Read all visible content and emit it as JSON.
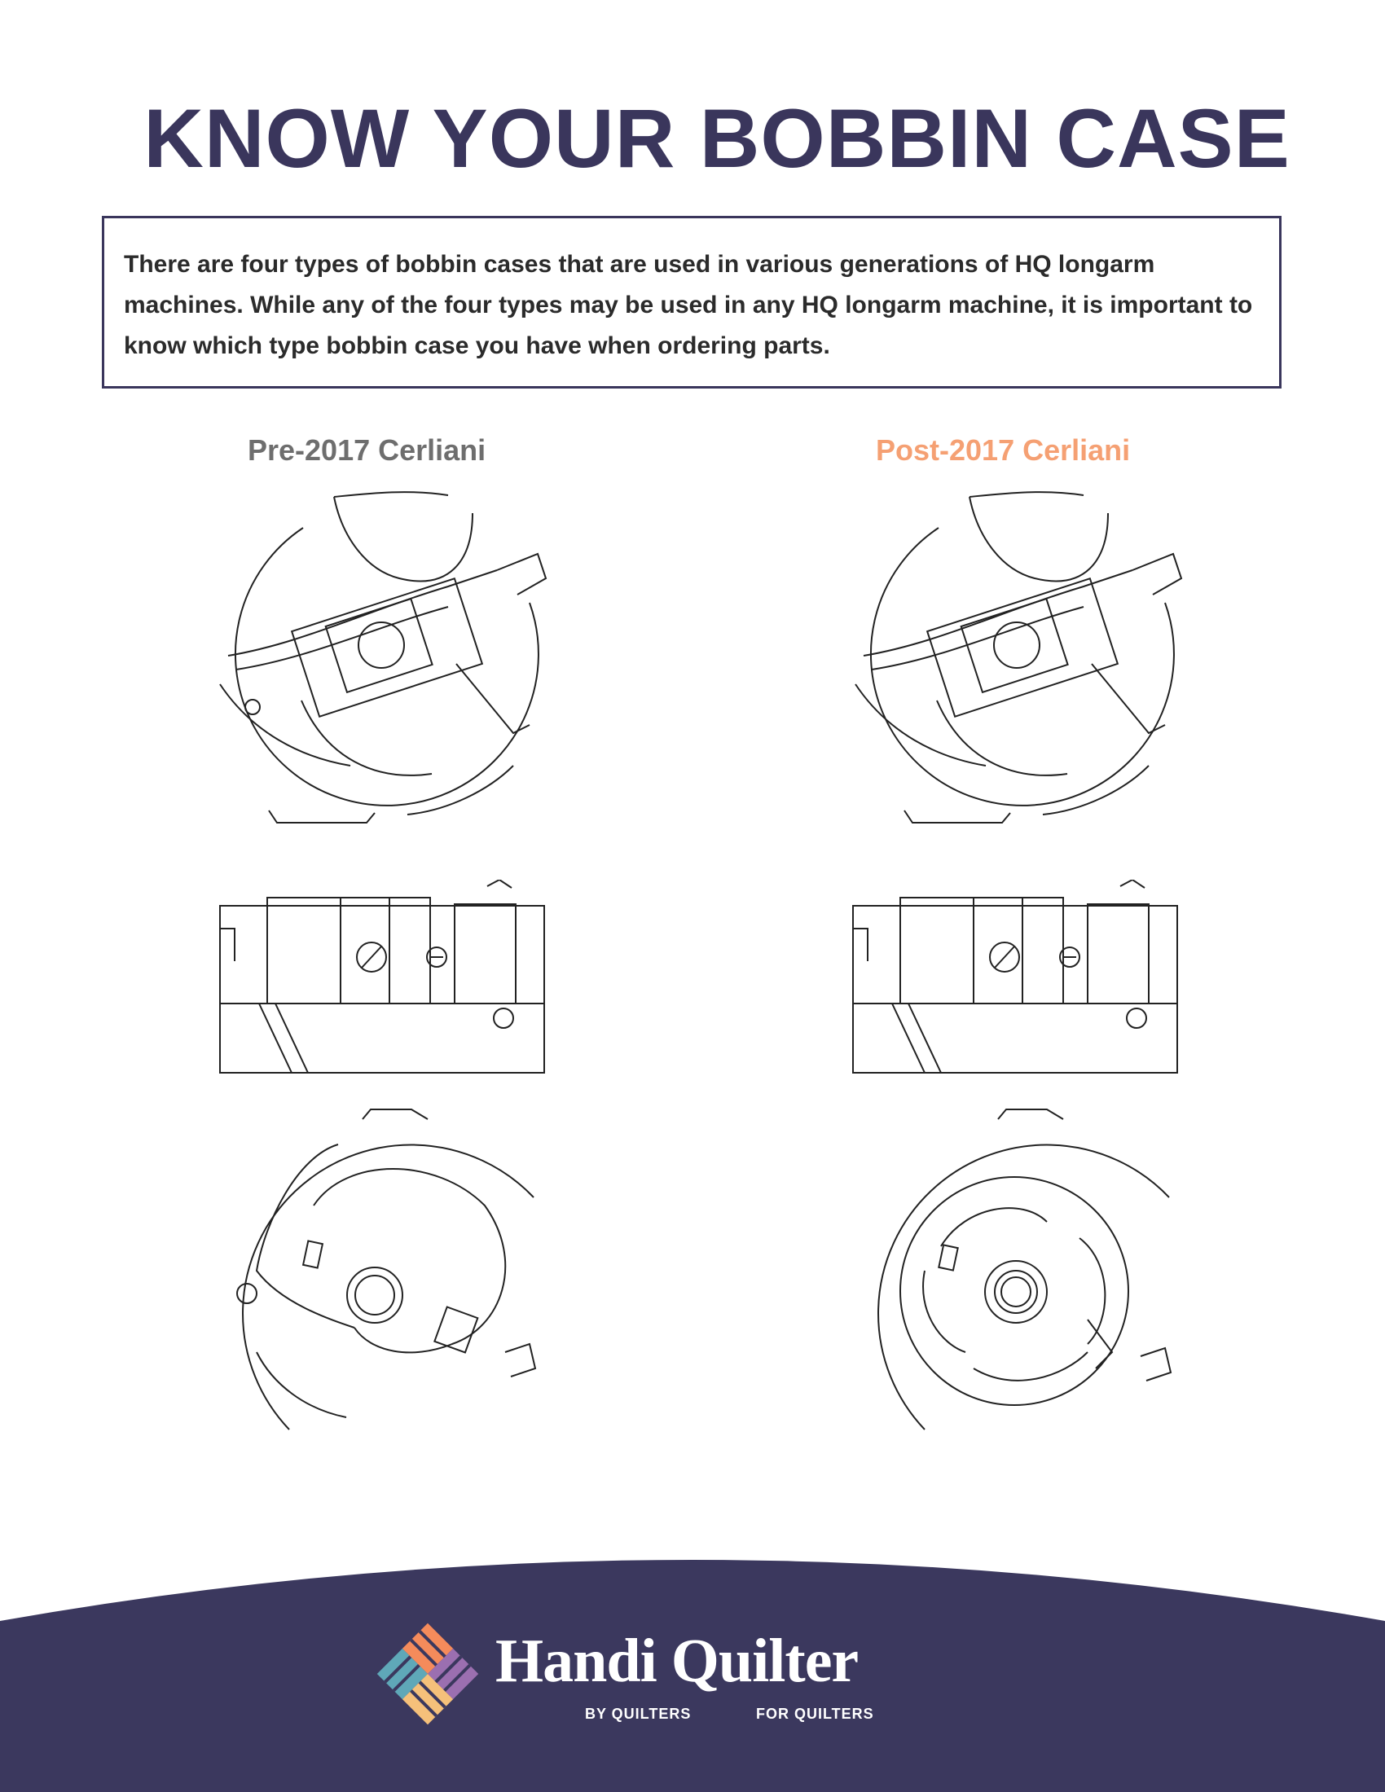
{
  "header": {
    "title": "KNOW YOUR BOBBIN CASE"
  },
  "intro": {
    "text": "There are four types of bobbin cases that are used in various generations of HQ longarm machines. While any of the four types may be used in any HQ longarm machine, it is important to know which type bobbin case you have when ordering parts."
  },
  "columns": [
    {
      "label": "Pre-2017 Cerliani",
      "color": "#6e6e6e"
    },
    {
      "label": "Post-2017 Cerliani",
      "color": "#f5a073"
    }
  ],
  "views": [
    "top-view",
    "side-view",
    "bottom-view"
  ],
  "footer": {
    "band_color": "#3b385e",
    "brand_name": "Handi Quilter",
    "tagline_left": "BY QUILTERS",
    "tagline_right": "FOR QUILTERS",
    "logo_colors": [
      "#f58b5b",
      "#f5c07a",
      "#5fa8b8",
      "#9b6fb0",
      "#ffffff"
    ]
  }
}
